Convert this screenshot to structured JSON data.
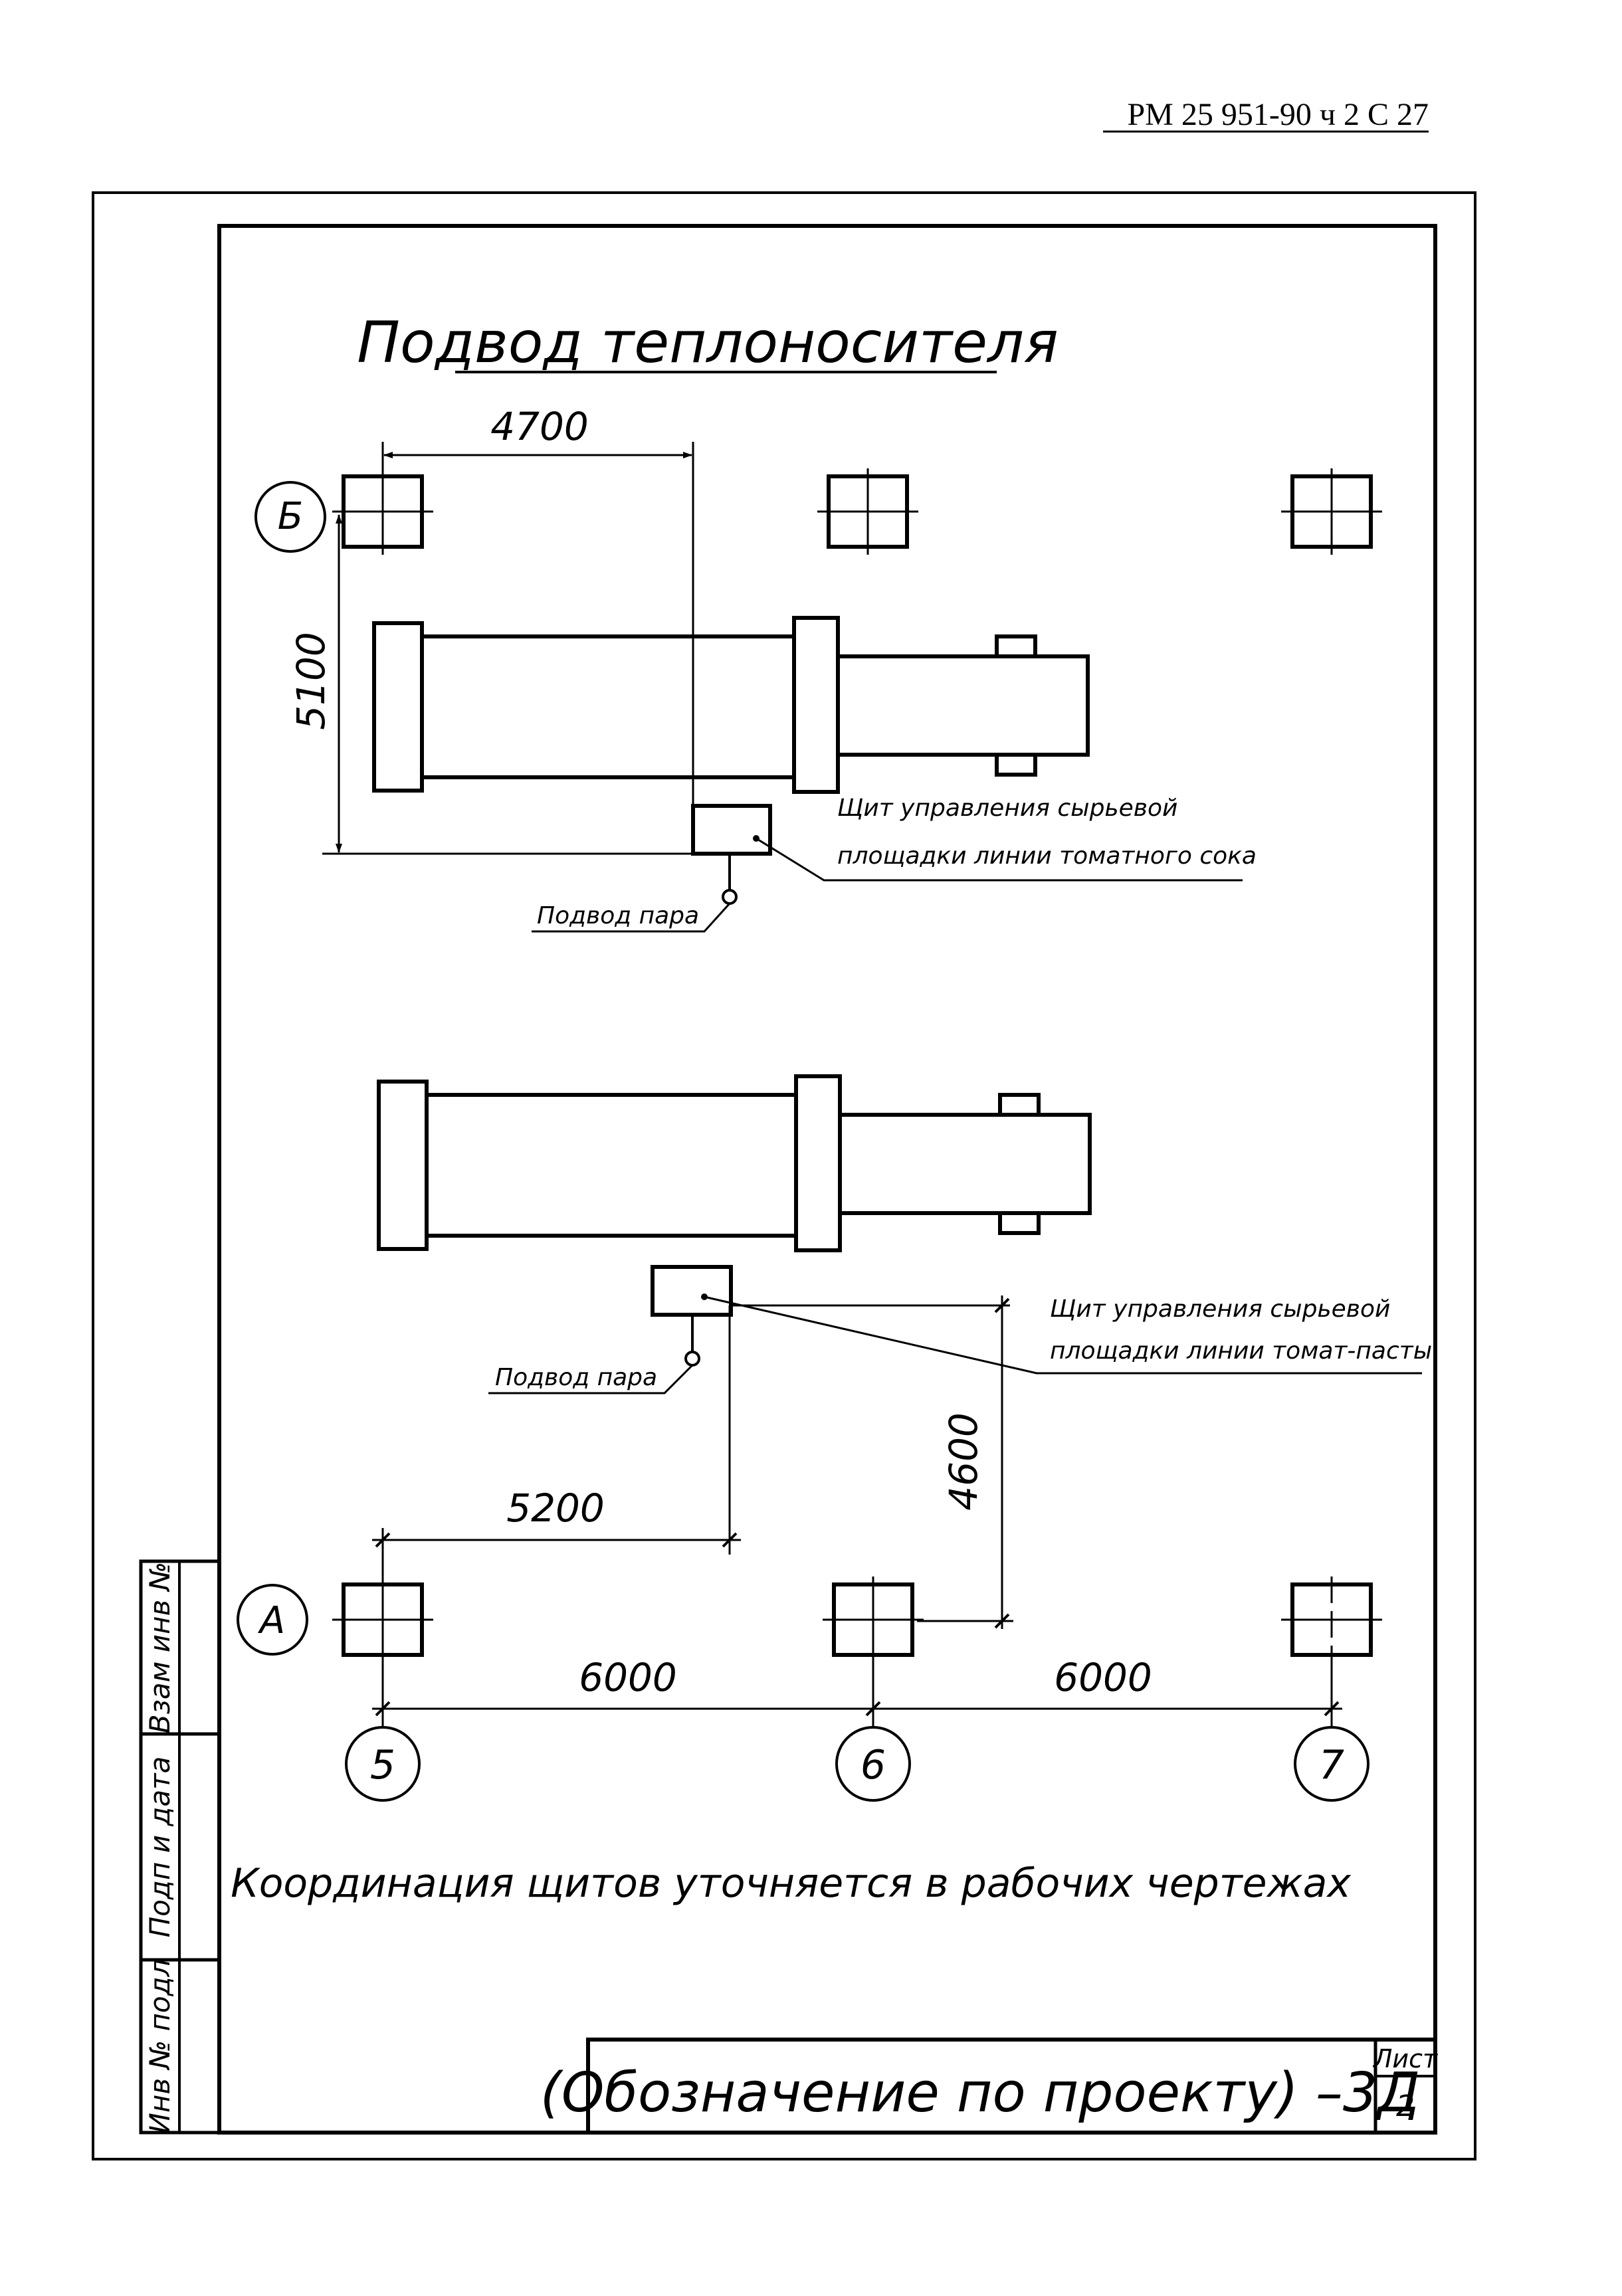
{
  "header": {
    "code": "РМ 25 951-90 ч 2   С 27"
  },
  "drawing": {
    "title": "Подвод теплоносителя",
    "dims": {
      "top_horizontal": "4700",
      "top_vertical": "5100",
      "bottom_horizontal": "5200",
      "bottom_vertical": "4600",
      "span_left": "6000",
      "span_right": "6000"
    },
    "axes": {
      "row_b": "Б",
      "row_a": "А",
      "col_5": "5",
      "col_6": "6",
      "col_7": "7"
    },
    "panel_top": {
      "line1": "Щит управления сырьевой",
      "line2": "площадки линии томатного сока",
      "steam": "Подвод пара"
    },
    "panel_bottom": {
      "line1": "Щит управления сырьевой",
      "line2": "площадки линии томат-пасты",
      "steam": "Подвод пара"
    },
    "note": "Координация щитов уточняется в рабочих чертежах"
  },
  "stamp": {
    "side_labels": [
      "Взам инв №",
      "Подп и дата",
      "Инв № подл"
    ],
    "designation": "(Обозначение по проекту) –3Д",
    "sheet_label": "Лист",
    "sheet_number": "2"
  }
}
